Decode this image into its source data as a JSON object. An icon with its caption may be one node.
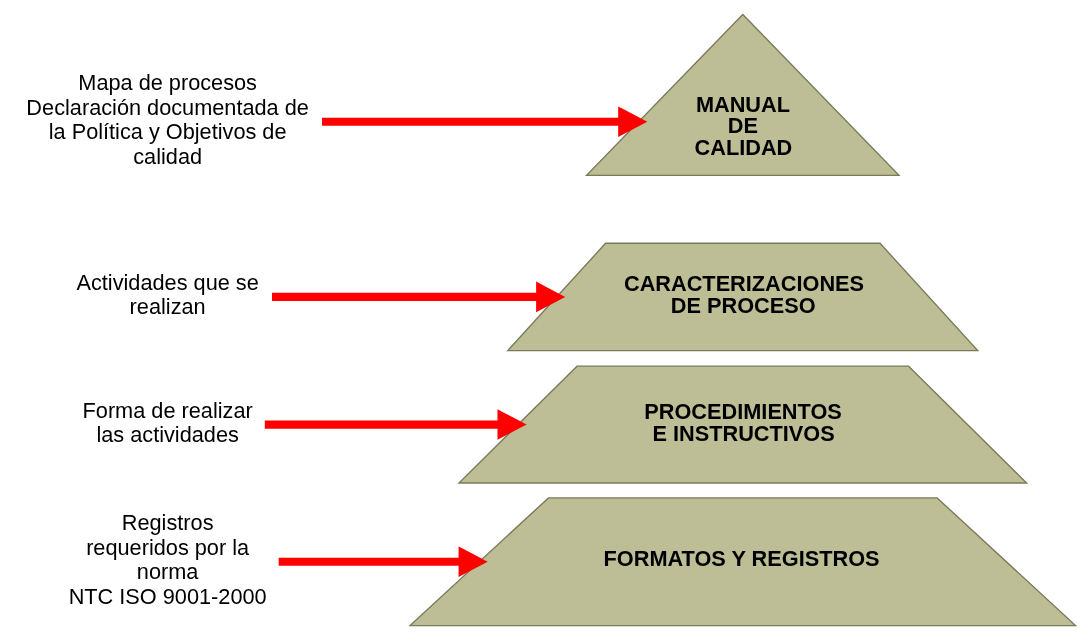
{
  "diagram": {
    "nodes": [
      {
        "text": [
          "Mapa de procesos",
          "Declaración documentada de la Política y Objetivos de calidad"
        ]
      },
      {
        "text": [
          "MANUAL DE CALIDAD"
        ]
      },
      {
        "text": [
          "Actividades que se realizan"
        ]
      },
      {
        "text": [
          "CARACTERIZACIONES DE PROCESO"
        ]
      },
      {
        "text": [
          "Forma de realizar las actividades"
        ]
      },
      {
        "text": [
          "PROCEDIMIENTOS E INSTRUCTIVOS"
        ]
      },
      {
        "text": [
          "Registros requeridos por la norma NTC ISO 9001-2000"
        ]
      },
      {
        "text": [
          "FORMATOS Y REGISTROS"
        ]
      }
    ],
    "edges": [
      {
        "from": 0,
        "to": 1,
        "arrow": "to"
      },
      {
        "from": 2,
        "to": 3,
        "arrow": "to"
      },
      {
        "from": 4,
        "to": 5,
        "arrow": "to"
      },
      {
        "from": 6,
        "to": 7,
        "arrow": "to"
      }
    ]
  }
}
